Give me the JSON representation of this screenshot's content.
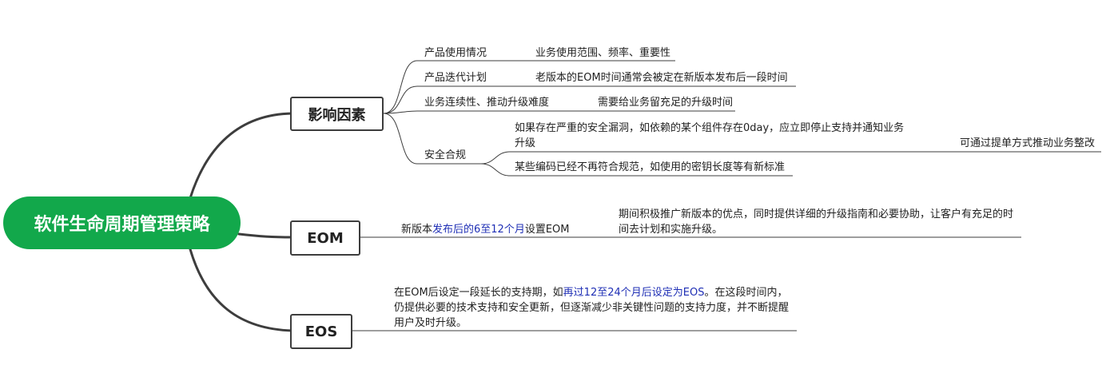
{
  "root": {
    "label": "软件生命周期管理策略"
  },
  "colors": {
    "root_fill": "#12a84b",
    "line": "#3d3d3d",
    "highlight": "#1f2fb5"
  },
  "branches": {
    "influence": {
      "label": "影响因素",
      "items": [
        {
          "label": "产品使用情况",
          "detail": "业务使用范围、频率、重要性"
        },
        {
          "label": "产品迭代计划",
          "detail": "老版本的EOM时间通常会被定在新版本发布后一段时间"
        },
        {
          "label": "业务连续性、推动升级难度",
          "detail": "需要给业务留充足的升级时间"
        },
        {
          "label": "安全合规",
          "details": [
            "如果存在严重的安全漏洞，如依赖的某个组件存在0day，应立即停止支持并通知业务升级",
            "某些编码已经不再符合规范，如使用的密钥长度等有新标准"
          ],
          "extra": "可通过提单方式推动业务整改"
        }
      ]
    },
    "eom": {
      "label": "EOM",
      "text_prefix": "新版本",
      "text_highlight": "发布后的6至12个月",
      "text_suffix": "设置EOM",
      "detail": "期间积极推广新版本的优点，同时提供详细的升级指南和必要协助，让客户有充足的时间去计划和实施升级。"
    },
    "eos": {
      "label": "EOS",
      "text_prefix": "在EOM后设定一段延长的支持期，如",
      "text_highlight": "再过12至24个月后设定为EOS",
      "text_suffix": "。在这段时间内，仍提供必要的技术支持和安全更新，但逐渐减少非关键性问题的支持力度，并不断提醒用户及时升级。"
    }
  }
}
